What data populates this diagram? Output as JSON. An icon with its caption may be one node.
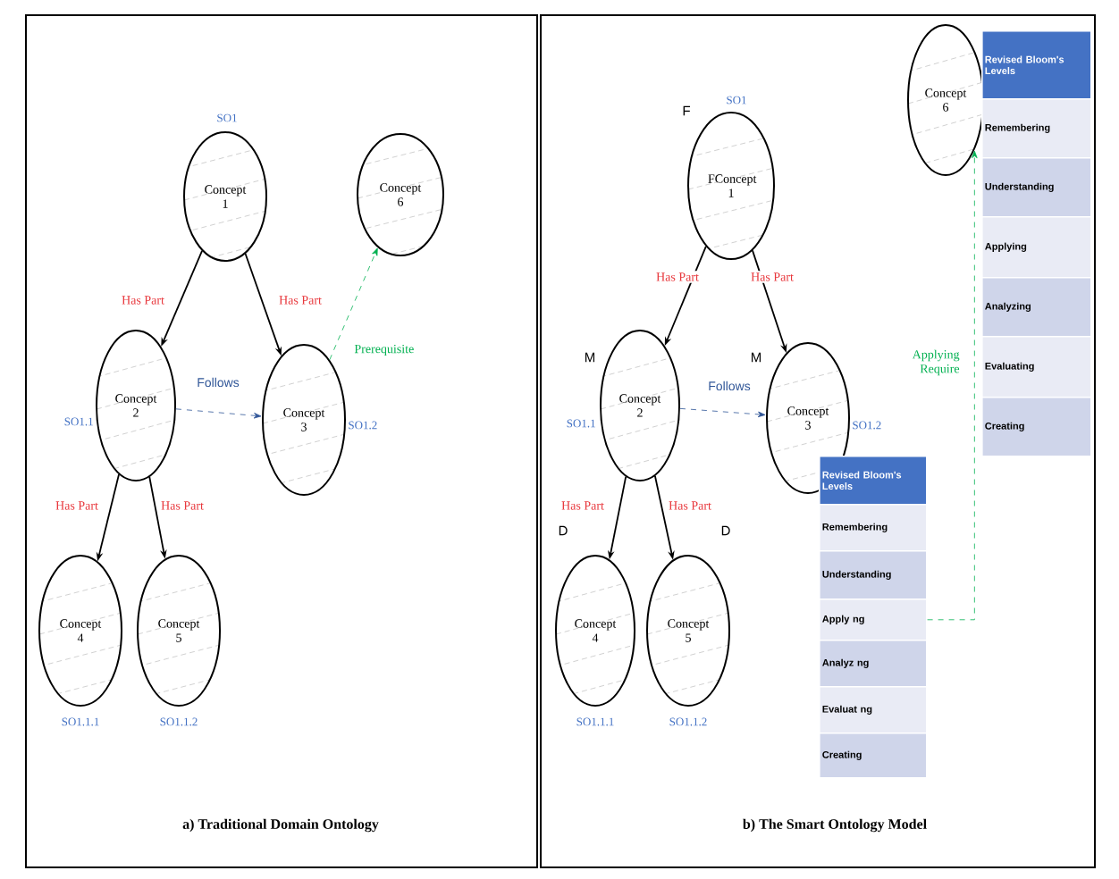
{
  "diagram": {
    "nodes": [
      {
        "text": [
          "a) Traditional Domain Ontology"
        ]
      },
      {
        "text": [
          "Concept 1"
        ],
        "in": 0,
        "beside": [
          "SO1"
        ]
      },
      {
        "text": [
          "Concept 6"
        ],
        "in": 0
      },
      {
        "text": [
          "Concept 2"
        ],
        "in": 0,
        "beside": [
          "SO1.1"
        ]
      },
      {
        "text": [
          "Concept 3"
        ],
        "in": 0,
        "beside": [
          "SO1.2"
        ]
      },
      {
        "text": [
          "Concept 4"
        ],
        "in": 0,
        "beside": [
          "SO1.1.1"
        ]
      },
      {
        "text": [
          "Concept 5"
        ],
        "in": 0,
        "beside": [
          "SO1.1.2"
        ]
      },
      {
        "text": [
          "b) The Smart Ontology Model"
        ]
      },
      {
        "text": [
          "FConcept 1"
        ],
        "in": 7,
        "beside": [
          "SO1",
          "F"
        ]
      },
      {
        "text": [
          "Concept 6"
        ],
        "in": 7
      },
      {
        "text": [
          "Revised Bloom's Levels"
        ],
        "in": 7
      },
      {
        "text": [
          "Remembering"
        ],
        "in": 7
      },
      {
        "text": [
          "Understanding"
        ],
        "in": 7
      },
      {
        "text": [
          "Applying"
        ],
        "in": 7
      },
      {
        "text": [
          "Analyzing"
        ],
        "in": 7
      },
      {
        "text": [
          "Evaluating"
        ],
        "in": 7
      },
      {
        "text": [
          "Creating"
        ],
        "in": 7
      },
      {
        "text": [
          "Concept 2"
        ],
        "in": 7,
        "beside": [
          "M",
          "SO1.1"
        ]
      },
      {
        "text": [
          "Concept 3"
        ],
        "in": 7,
        "beside": [
          "M",
          "SO1.2"
        ]
      },
      {
        "text": [
          "Revised Bloom's Levels"
        ],
        "in": 7
      },
      {
        "text": [
          "Remembering"
        ],
        "in": 7
      },
      {
        "text": [
          "Understanding"
        ],
        "in": 7
      },
      {
        "text": [
          "Apply ng"
        ],
        "in": 7
      },
      {
        "text": [
          "Analyz ng"
        ],
        "in": 7
      },
      {
        "text": [
          "Evaluat ng"
        ],
        "in": 7
      },
      {
        "text": [
          "Creating"
        ],
        "in": 7
      },
      {
        "text": [
          "Concept 4"
        ],
        "in": 7,
        "beside": [
          "D",
          "SO1.1.1"
        ]
      },
      {
        "text": [
          "Concept 5"
        ],
        "in": 7,
        "beside": [
          "D",
          "SO1.1.2"
        ]
      }
    ],
    "edges": [
      {
        "from": 1,
        "to": 3,
        "arrow": "to",
        "label": "Has Part"
      },
      {
        "from": 1,
        "to": 4,
        "arrow": "to",
        "label": "Has Part"
      },
      {
        "from": 3,
        "to": 4,
        "arrow": "to",
        "label": "Follows",
        "style": "dashed",
        "color": "#2f5597"
      },
      {
        "from": 4,
        "to": 2,
        "arrow": "to",
        "label": "Prerequisite",
        "style": "dashed",
        "color": "#00b050"
      },
      {
        "from": 3,
        "to": 5,
        "arrow": "to",
        "label": "Has Part"
      },
      {
        "from": 3,
        "to": 6,
        "arrow": "to",
        "label": "Has Part"
      },
      {
        "from": 8,
        "to": 17,
        "arrow": "to",
        "label": "Has Part"
      },
      {
        "from": 8,
        "to": 18,
        "arrow": "to",
        "label": "Has Part"
      },
      {
        "from": 17,
        "to": 18,
        "arrow": "to",
        "label": "Follows",
        "style": "dashed",
        "color": "#2f5597"
      },
      {
        "from": 17,
        "to": 26,
        "arrow": "to",
        "label": "Has Part"
      },
      {
        "from": 17,
        "to": 27,
        "arrow": "to",
        "label": "Has Part"
      },
      {
        "from": 22,
        "to": 9,
        "arrow": "to",
        "label": "Applying Require",
        "style": "dashed",
        "color": "#00b050"
      }
    ]
  }
}
